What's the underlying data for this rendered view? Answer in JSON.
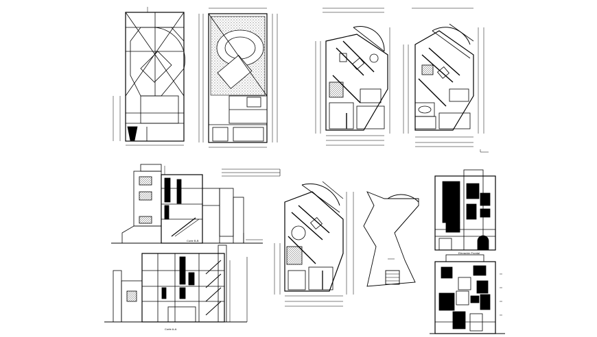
{
  "drawing": {
    "background_color": "#ffffff",
    "line_color": "#000000",
    "captions": {
      "section_a": "Corte B-B",
      "section_b": "Corte A-A",
      "front_elevation": "Elevación Frontal"
    }
  }
}
